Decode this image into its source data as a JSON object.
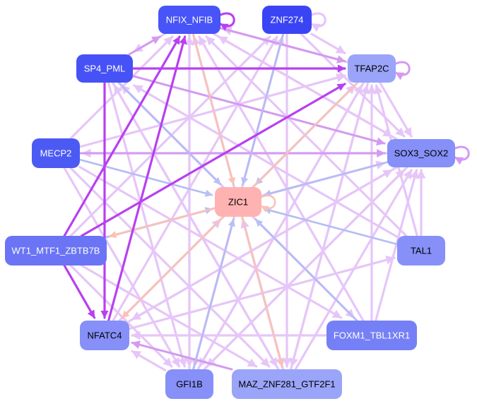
{
  "diagram": {
    "title": "",
    "colors": {
      "edge_light": "#e6c6f8",
      "edge_mid": "#d49af0",
      "edge_strong": "#b840f0",
      "edge_blue": "#9aa6ee",
      "edge_peach": "#f9c2b4",
      "center_fill": "#ffb2b2"
    },
    "nodes": [
      {
        "id": "nfix",
        "label": "NFIX_NFIB",
        "fill": "#4654f8",
        "text": "#ffffff"
      },
      {
        "id": "znf274",
        "label": "ZNF274",
        "fill": "#3a44f4",
        "text": "#ffffff"
      },
      {
        "id": "sp4",
        "label": "SP4_PML",
        "fill": "#4652f6",
        "text": "#ffffff"
      },
      {
        "id": "tfap2c",
        "label": "TFAP2C",
        "fill": "#9aa4f8",
        "text": "#000000"
      },
      {
        "id": "mecp2",
        "label": "MECP2",
        "fill": "#4c5af4",
        "text": "#ffffff"
      },
      {
        "id": "sox3",
        "label": "SOX3_SOX2",
        "fill": "#8690f8",
        "text": "#000000"
      },
      {
        "id": "zic1",
        "label": "ZIC1",
        "fill": "#ffb2b2",
        "text": "#000000"
      },
      {
        "id": "wt1",
        "label": "WT1_MTF1_ZBTB7B",
        "fill": "#6a74f4",
        "text": "#ffffff"
      },
      {
        "id": "tal1",
        "label": "TAL1",
        "fill": "#8690f8",
        "text": "#000000"
      },
      {
        "id": "nfatc4",
        "label": "NFATC4",
        "fill": "#8690f8",
        "text": "#000000"
      },
      {
        "id": "foxm1",
        "label": "FOXM1_TBL1XR1",
        "fill": "#7680f6",
        "text": "#ffffff"
      },
      {
        "id": "gfi1b",
        "label": "GFI1B",
        "fill": "#8690f8",
        "text": "#000000"
      },
      {
        "id": "maz",
        "label": "MAZ_ZNF281_GTF2F1",
        "fill": "#9aa4f8",
        "text": "#000000"
      }
    ],
    "edges": [
      {
        "from": "sp4",
        "to": "tfap2c",
        "style": "strong"
      },
      {
        "from": "sp4",
        "to": "nfatc4",
        "style": "strong"
      },
      {
        "from": "wt1",
        "to": "nfix",
        "style": "strong"
      },
      {
        "from": "nfatc4",
        "to": "nfix",
        "style": "strong"
      },
      {
        "from": "wt1",
        "to": "nfatc4",
        "style": "strong"
      },
      {
        "from": "wt1",
        "to": "tfap2c",
        "style": "strong"
      },
      {
        "from": "nfix",
        "to": "tfap2c",
        "style": "mid"
      },
      {
        "from": "mecp2",
        "to": "sox3",
        "style": "mid"
      },
      {
        "from": "sp4",
        "to": "sox3",
        "style": "mid"
      },
      {
        "from": "sp4",
        "to": "nfix",
        "style": "mid"
      },
      {
        "from": "sp4",
        "to": "zic1",
        "style": "blue"
      },
      {
        "from": "mecp2",
        "to": "zic1",
        "style": "blue"
      },
      {
        "from": "wt1",
        "to": "zic1",
        "style": "blue"
      },
      {
        "from": "tal1",
        "to": "zic1",
        "style": "blue"
      },
      {
        "from": "foxm1",
        "to": "zic1",
        "style": "blue"
      },
      {
        "from": "znf274",
        "to": "zic1",
        "style": "blue"
      },
      {
        "from": "gfi1b",
        "to": "zic1",
        "style": "blue"
      },
      {
        "from": "sox3",
        "to": "zic1",
        "style": "blue"
      },
      {
        "from": "nfix",
        "to": "zic1",
        "style": "peach"
      },
      {
        "from": "zic1",
        "to": "maz",
        "style": "peach"
      },
      {
        "from": "zic1",
        "to": "wt1",
        "style": "peach"
      },
      {
        "from": "tfap2c",
        "to": "zic1",
        "style": "blue"
      },
      {
        "from": "tfap2c",
        "to": "nfatc4",
        "style": "peach"
      },
      {
        "from": "maz",
        "to": "zic1",
        "style": "light"
      },
      {
        "from": "nfatc4",
        "to": "zic1",
        "style": "light"
      },
      {
        "from": "mecp2",
        "to": "nfix",
        "style": "light"
      },
      {
        "from": "mecp2",
        "to": "tfap2c",
        "style": "light"
      },
      {
        "from": "mecp2",
        "to": "maz",
        "style": "light"
      },
      {
        "from": "mecp2",
        "to": "gfi1b",
        "style": "light"
      },
      {
        "from": "mecp2",
        "to": "foxm1",
        "style": "light"
      },
      {
        "from": "wt1",
        "to": "sox3",
        "style": "light"
      },
      {
        "from": "wt1",
        "to": "maz",
        "style": "light"
      },
      {
        "from": "wt1",
        "to": "znf274",
        "style": "light"
      },
      {
        "from": "wt1",
        "to": "gfi1b",
        "style": "light"
      },
      {
        "from": "nfatc4",
        "to": "sox3",
        "style": "light"
      },
      {
        "from": "nfatc4",
        "to": "tfap2c",
        "style": "light"
      },
      {
        "from": "nfatc4",
        "to": "znf274",
        "style": "light"
      },
      {
        "from": "nfatc4",
        "to": "tal1",
        "style": "light"
      },
      {
        "from": "foxm1",
        "to": "nfatc4",
        "style": "light"
      },
      {
        "from": "foxm1",
        "to": "nfix",
        "style": "light"
      },
      {
        "from": "foxm1",
        "to": "tfap2c",
        "style": "light"
      },
      {
        "from": "foxm1",
        "to": "sox3",
        "style": "light"
      },
      {
        "from": "foxm1",
        "to": "sp4",
        "style": "light"
      },
      {
        "from": "gfi1b",
        "to": "nfix",
        "style": "light"
      },
      {
        "from": "gfi1b",
        "to": "tfap2c",
        "style": "light"
      },
      {
        "from": "gfi1b",
        "to": "sox3",
        "style": "light"
      },
      {
        "from": "gfi1b",
        "to": "znf274",
        "style": "light"
      },
      {
        "from": "gfi1b",
        "to": "nfatc4",
        "style": "light"
      },
      {
        "from": "maz",
        "to": "nfix",
        "style": "light"
      },
      {
        "from": "maz",
        "to": "tfap2c",
        "style": "light"
      },
      {
        "from": "maz",
        "to": "sox3",
        "style": "light"
      },
      {
        "from": "maz",
        "to": "sp4",
        "style": "light"
      },
      {
        "from": "maz",
        "to": "nfatc4",
        "style": "mid"
      },
      {
        "from": "tal1",
        "to": "nfix",
        "style": "light"
      },
      {
        "from": "tal1",
        "to": "sox3",
        "style": "light"
      },
      {
        "from": "tal1",
        "to": "tfap2c",
        "style": "light"
      },
      {
        "from": "tal1",
        "to": "sp4",
        "style": "light"
      },
      {
        "from": "sox3",
        "to": "nfatc4",
        "style": "light"
      },
      {
        "from": "sox3",
        "to": "mecp2",
        "style": "light"
      },
      {
        "from": "sox3",
        "to": "nfix",
        "style": "light"
      },
      {
        "from": "sox3",
        "to": "gfi1b",
        "style": "light"
      },
      {
        "from": "tfap2c",
        "to": "nfix",
        "style": "light"
      },
      {
        "from": "tfap2c",
        "to": "gfi1b",
        "style": "light"
      },
      {
        "from": "tfap2c",
        "to": "sox3",
        "style": "light"
      },
      {
        "from": "tfap2c",
        "to": "maz",
        "style": "light"
      },
      {
        "from": "znf274",
        "to": "tfap2c",
        "style": "light"
      },
      {
        "from": "znf274",
        "to": "sox3",
        "style": "light"
      },
      {
        "from": "znf274",
        "to": "maz",
        "style": "light"
      },
      {
        "from": "znf274",
        "to": "gfi1b",
        "style": "light"
      },
      {
        "from": "nfix",
        "to": "sox3",
        "style": "light"
      },
      {
        "from": "nfix",
        "to": "maz",
        "style": "light"
      },
      {
        "from": "nfix",
        "to": "gfi1b",
        "style": "light"
      },
      {
        "from": "nfix",
        "to": "sp4",
        "style": "light"
      },
      {
        "from": "sp4",
        "to": "maz",
        "style": "light"
      },
      {
        "from": "sp4",
        "to": "foxm1",
        "style": "light"
      },
      {
        "from": "sp4",
        "to": "gfi1b",
        "style": "light"
      },
      {
        "from": "zic1",
        "to": "nfatc4",
        "style": "peach"
      },
      {
        "from": "nfix",
        "to": "nfix",
        "style": "strong",
        "self": true
      },
      {
        "from": "znf274",
        "to": "znf274",
        "style": "light",
        "self": true
      },
      {
        "from": "tfap2c",
        "to": "tfap2c",
        "style": "mid",
        "self": true
      },
      {
        "from": "sox3",
        "to": "sox3",
        "style": "mid",
        "self": true
      },
      {
        "from": "zic1",
        "to": "zic1",
        "style": "peach",
        "self": true
      }
    ]
  }
}
